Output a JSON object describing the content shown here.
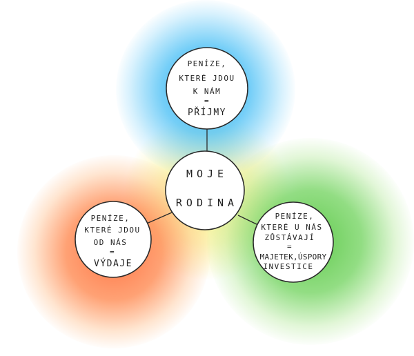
{
  "diagram": {
    "center": {
      "lines": [
        "MOJE",
        "RODINA"
      ]
    },
    "income": {
      "lines": [
        "PENÍZE,",
        "KTERÉ JDOU",
        "K NÁM",
        "=",
        "PŘÍJMY"
      ]
    },
    "expenses": {
      "lines": [
        "PENÍZE,",
        "KTERÉ JDOU",
        "OD NÁS",
        "=",
        "VÝDAJE"
      ]
    },
    "assets": {
      "lines": [
        "PENÍZE,",
        "KTERÉ U NÁS",
        "ZŮSTÁVAJÍ",
        "=",
        "MAJETEK,ÚSPORY",
        "INVESTICE"
      ]
    },
    "colors": {
      "income_glow": "#28aaf0",
      "center_glow": "#faf078",
      "expenses_glow": "#ff6e3c",
      "assets_glow": "#5ac846",
      "outline": "#2a2a2a"
    }
  }
}
